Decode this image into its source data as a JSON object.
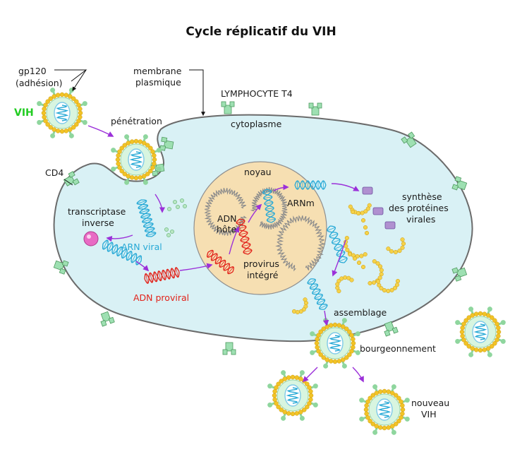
{
  "title": "Cycle réplicatif du VIH",
  "labels": {
    "gp120_line1": "gp120",
    "gp120_line2": "(adhésion)",
    "vih": "VIH",
    "membrane_line1": "membrane",
    "membrane_line2": "plasmique",
    "lymphocyte": "LYMPHOCYTE T4",
    "cytoplasme": "cytoplasme",
    "penetration": "pénétration",
    "cd4": "CD4",
    "noyau": "noyau",
    "transcriptase_line1": "transcriptase",
    "transcriptase_line2": "inverse",
    "arn_viral": "ARN viral",
    "adn_proviral": "ADN proviral",
    "adn_hote_line1": "ADN",
    "adn_hote_line2": "hôte",
    "arnm": "ARNm",
    "provirus_line1": "provirus",
    "provirus_line2": "intégré",
    "synthese_line1": "synthèse",
    "synthese_line2": "des protéines",
    "synthese_line3": "virales",
    "assemblage": "assemblage",
    "bourgeonnement": "bourgeonnement",
    "nouveau_line1": "nouveau",
    "nouveau_line2": "VIH"
  },
  "colors": {
    "cytoplasm": "#d9f1f5",
    "nucleus": "#f6dfb2",
    "viral_rna": "#27a9d6",
    "proviral_dna": "#e2231a",
    "host_dna": "#8c8c8c",
    "arrow": "#9b30d9",
    "receptor": "#9ee0b2",
    "spike": "#8fd69e",
    "virus_coat": "#f2c326",
    "vih_label": "#22cc22",
    "protein": "#f5d24a",
    "enzyme": "#e86bc4",
    "ribosome": "#b090d0"
  }
}
